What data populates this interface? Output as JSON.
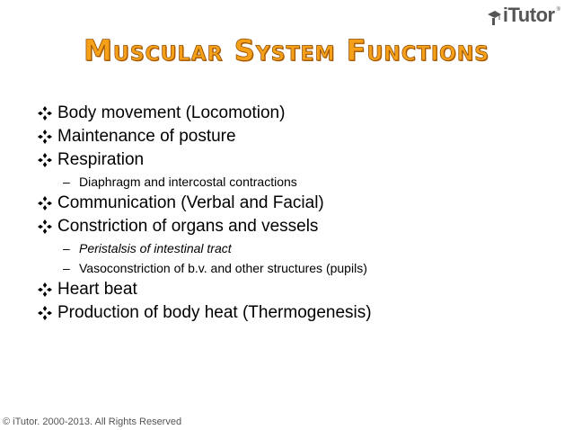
{
  "logo": {
    "text": "iTutor",
    "registered": "®"
  },
  "title": "Muscular System Functions",
  "items": [
    {
      "text": "Body movement (Locomotion)"
    },
    {
      "text": "Maintenance of posture"
    },
    {
      "text": "Respiration",
      "subitems": [
        {
          "text": "Diaphragm and intercostal contractions",
          "italic": false
        }
      ]
    },
    {
      "text": "Communication (Verbal and Facial)"
    },
    {
      "text": "Constriction of organs and vessels",
      "subitems": [
        {
          "text": "Peristalsis of intestinal tract",
          "italic": true
        },
        {
          "text": "Vasoconstriction of b.v. and other structures (pupils)",
          "italic": false
        }
      ]
    },
    {
      "text": "Heart beat"
    },
    {
      "text": "Production of body heat (Thermogenesis)"
    }
  ],
  "sub_marker": "–",
  "footer": "© iTutor. 2000-2013. All Rights Reserved",
  "colors": {
    "title": "#f5a018",
    "title_outline": "#8a4a06"
  }
}
